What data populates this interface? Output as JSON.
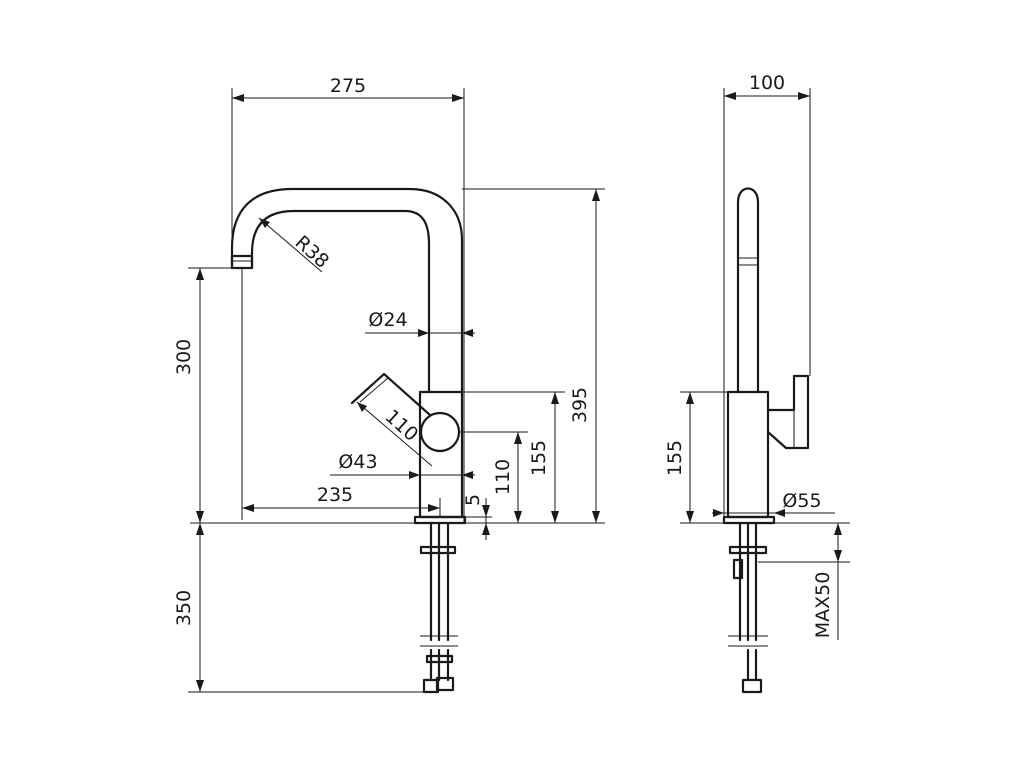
{
  "front_view": {
    "dim_width_top": "275",
    "dim_radius": "R38",
    "dim_spout_diameter": "Ø24",
    "dim_total_height": "395",
    "dim_spout_height": "300",
    "dim_handle_length": "110",
    "dim_body_diameter": "Ø43",
    "dim_body_height": "155",
    "dim_handle_height": "110",
    "dim_reach": "235",
    "dim_gap": "5",
    "dim_below_counter": "350"
  },
  "side_view": {
    "dim_width_top": "100",
    "dim_body_height": "155",
    "dim_base_diameter": "Ø55",
    "dim_max_thickness": "MAX50"
  }
}
